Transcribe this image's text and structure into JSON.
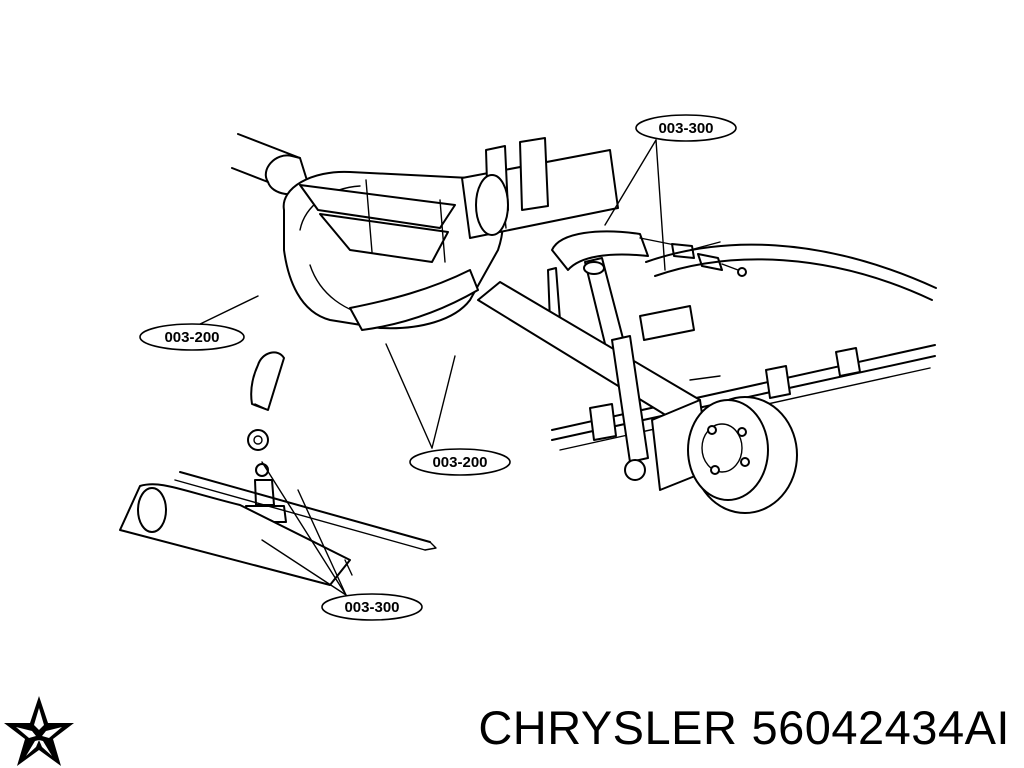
{
  "callouts": [
    {
      "id": "a",
      "label": "003-300"
    },
    {
      "id": "b",
      "label": "003-200"
    },
    {
      "id": "c",
      "label": "003-200"
    },
    {
      "id": "d",
      "label": "003-300"
    }
  ],
  "footer": {
    "brand": "CHRYSLER",
    "part_number": "56042434AI",
    "logo_icon": "pentastar-icon"
  }
}
